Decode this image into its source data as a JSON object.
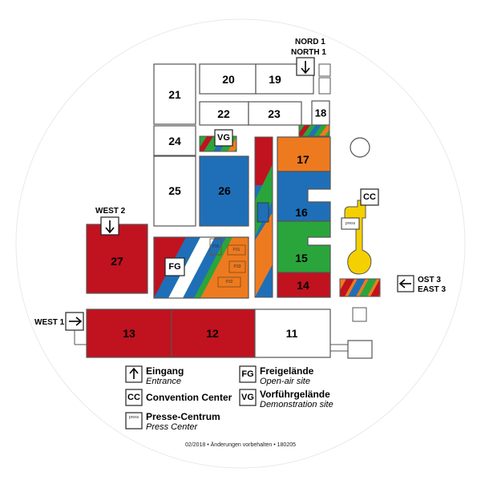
{
  "halls": {
    "h21": "21",
    "h20": "20",
    "h19": "19",
    "h22": "22",
    "h23": "23",
    "h18": "18",
    "h24": "24",
    "h25": "25",
    "h26": "26",
    "h17": "17",
    "h16": "16",
    "h15": "15",
    "h14": "14",
    "h27": "27",
    "h13": "13",
    "h12": "12",
    "h11": "11"
  },
  "entrances": {
    "north_de": "NORD 1",
    "north_en": "NORTH 1",
    "west2": "WEST 2",
    "west1": "WEST 1",
    "east_de": "OST 3",
    "east_en": "EAST 3"
  },
  "markers": {
    "fg": "FG",
    "vg": "VG",
    "cc": "CC",
    "press": "press",
    "p35": "P35",
    "p33": "P33",
    "p32": "P32",
    "p31": "P31"
  },
  "legend": {
    "entrance_de": "Eingang",
    "entrance_en": "Entrance",
    "cc_box": "CC",
    "cc_label": "Convention Center",
    "press_box": "press",
    "press_de": "Presse-Centrum",
    "press_en": "Press Center",
    "fg_box": "FG",
    "fg_de": "Freigelände",
    "fg_en": "Open-air site",
    "vg_box": "VG",
    "vg_de": "Vorführgelände",
    "vg_en": "Demonstration site"
  },
  "footer": "02/2018 • Änderungen vorbehalten • 180205",
  "colors": {
    "red": "#c1121f",
    "blue": "#1f6fb8",
    "green": "#2aa53c",
    "orange": "#ee7a1f",
    "yellow": "#f5d000",
    "outline": "#555555"
  }
}
